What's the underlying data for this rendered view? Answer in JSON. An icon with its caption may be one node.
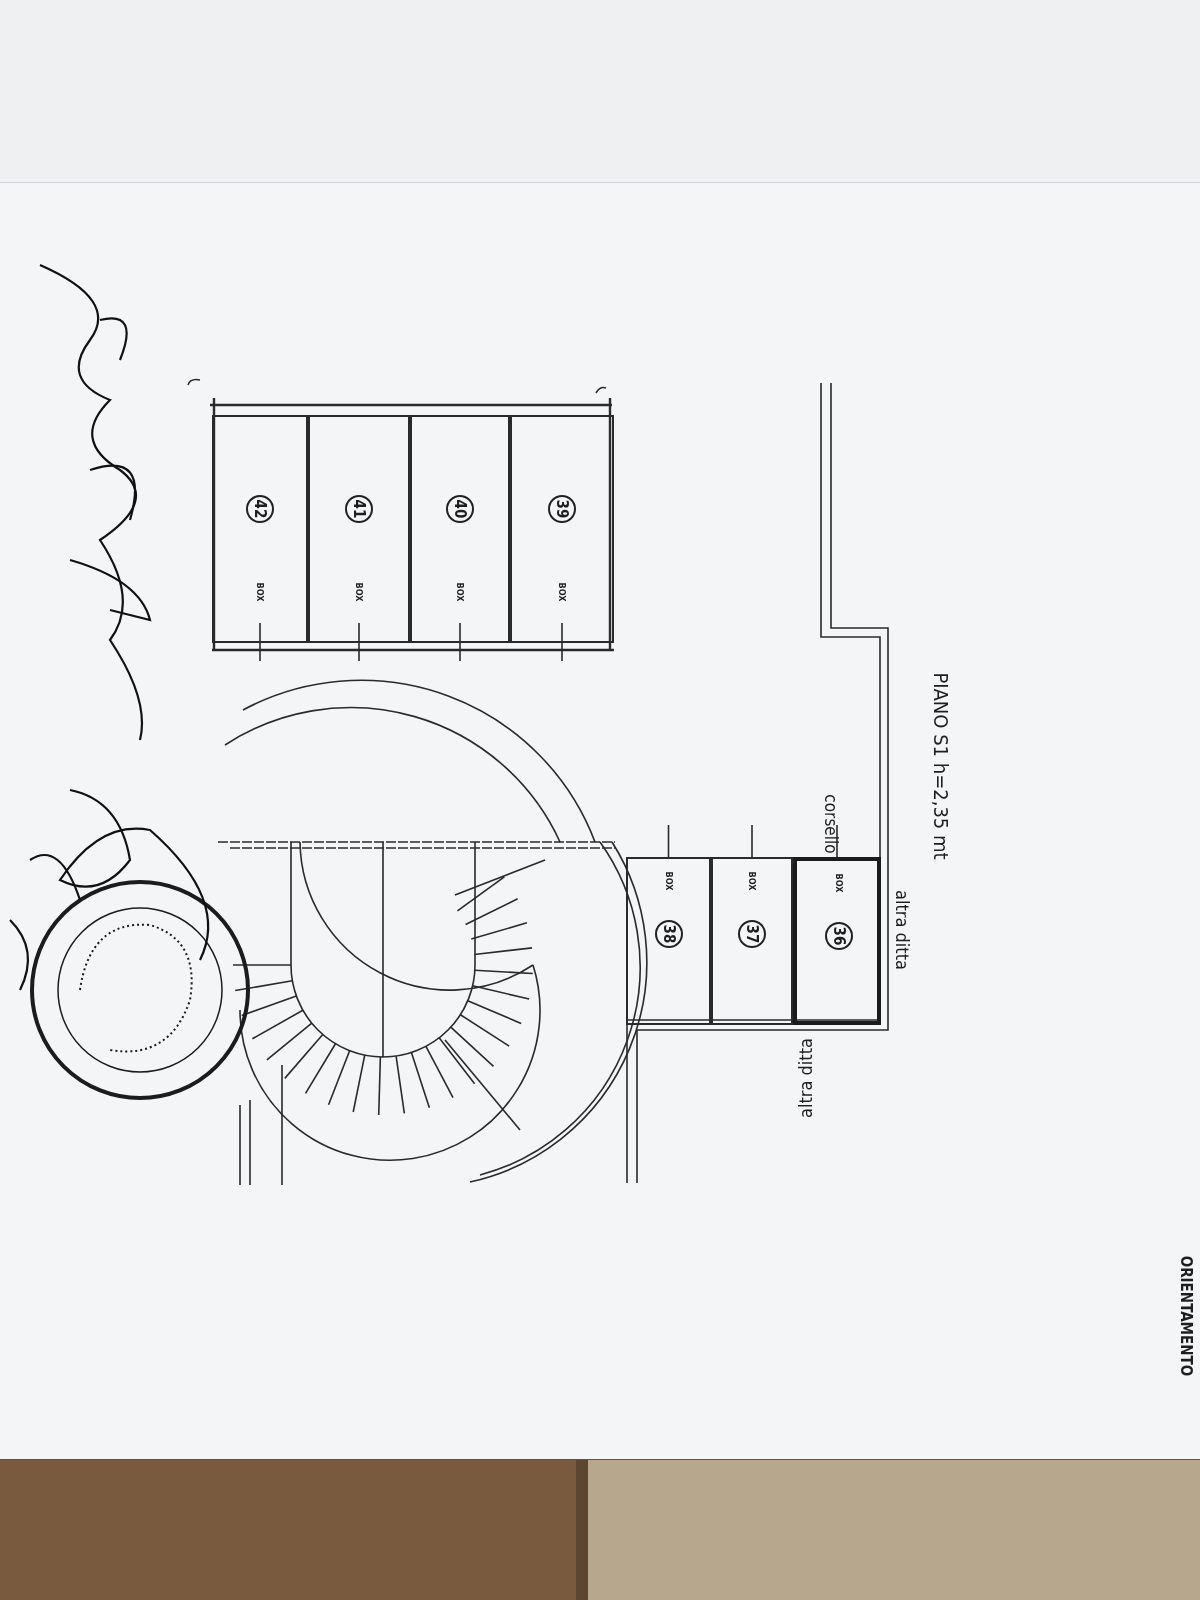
{
  "diagram": {
    "title": "PIANO S1 h=2,35 mt",
    "nodes": [
      {
        "text": [
          "36",
          "BOX"
        ]
      },
      {
        "text": [
          "37",
          "BOX"
        ]
      },
      {
        "text": [
          "38",
          "BOX"
        ]
      },
      {
        "text": [
          "39",
          "BOX"
        ]
      },
      {
        "text": [
          "40",
          "BOX"
        ]
      },
      {
        "text": [
          "41",
          "BOX"
        ]
      },
      {
        "text": [
          "42",
          "BOX"
        ]
      }
    ],
    "labels": [
      "corsello",
      "altra ditta",
      "altra ditta",
      "ORIENTAMENTO"
    ]
  }
}
